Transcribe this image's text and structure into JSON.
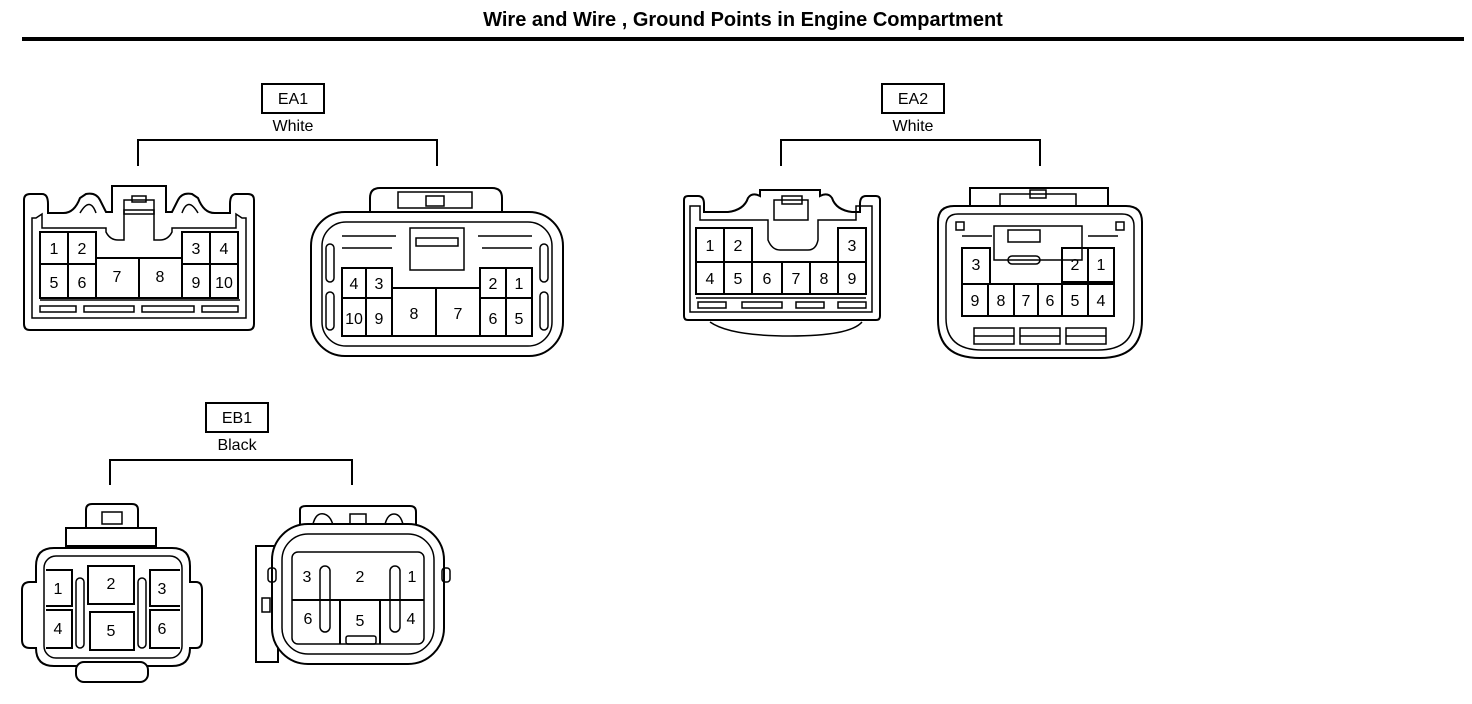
{
  "title": "Wire and Wire , Ground Points in Engine Compartment",
  "connectors": [
    {
      "code": "EA1",
      "color": "White",
      "left_pins": [
        "1",
        "2",
        "3",
        "4",
        "5",
        "6",
        "7",
        "8",
        "9",
        "10"
      ],
      "right_pins": [
        "4",
        "3",
        "2",
        "1",
        "10",
        "9",
        "8",
        "7",
        "6",
        "5"
      ]
    },
    {
      "code": "EA2",
      "color": "White",
      "left_pins": [
        "1",
        "2",
        "3",
        "4",
        "5",
        "6",
        "7",
        "8",
        "9"
      ],
      "right_pins": [
        "3",
        "2",
        "1",
        "9",
        "8",
        "7",
        "6",
        "5",
        "4"
      ]
    },
    {
      "code": "EB1",
      "color": "Black",
      "left_pins": [
        "1",
        "2",
        "3",
        "4",
        "5",
        "6"
      ],
      "right_pins": [
        "3",
        "2",
        "1",
        "6",
        "5",
        "4"
      ]
    }
  ]
}
